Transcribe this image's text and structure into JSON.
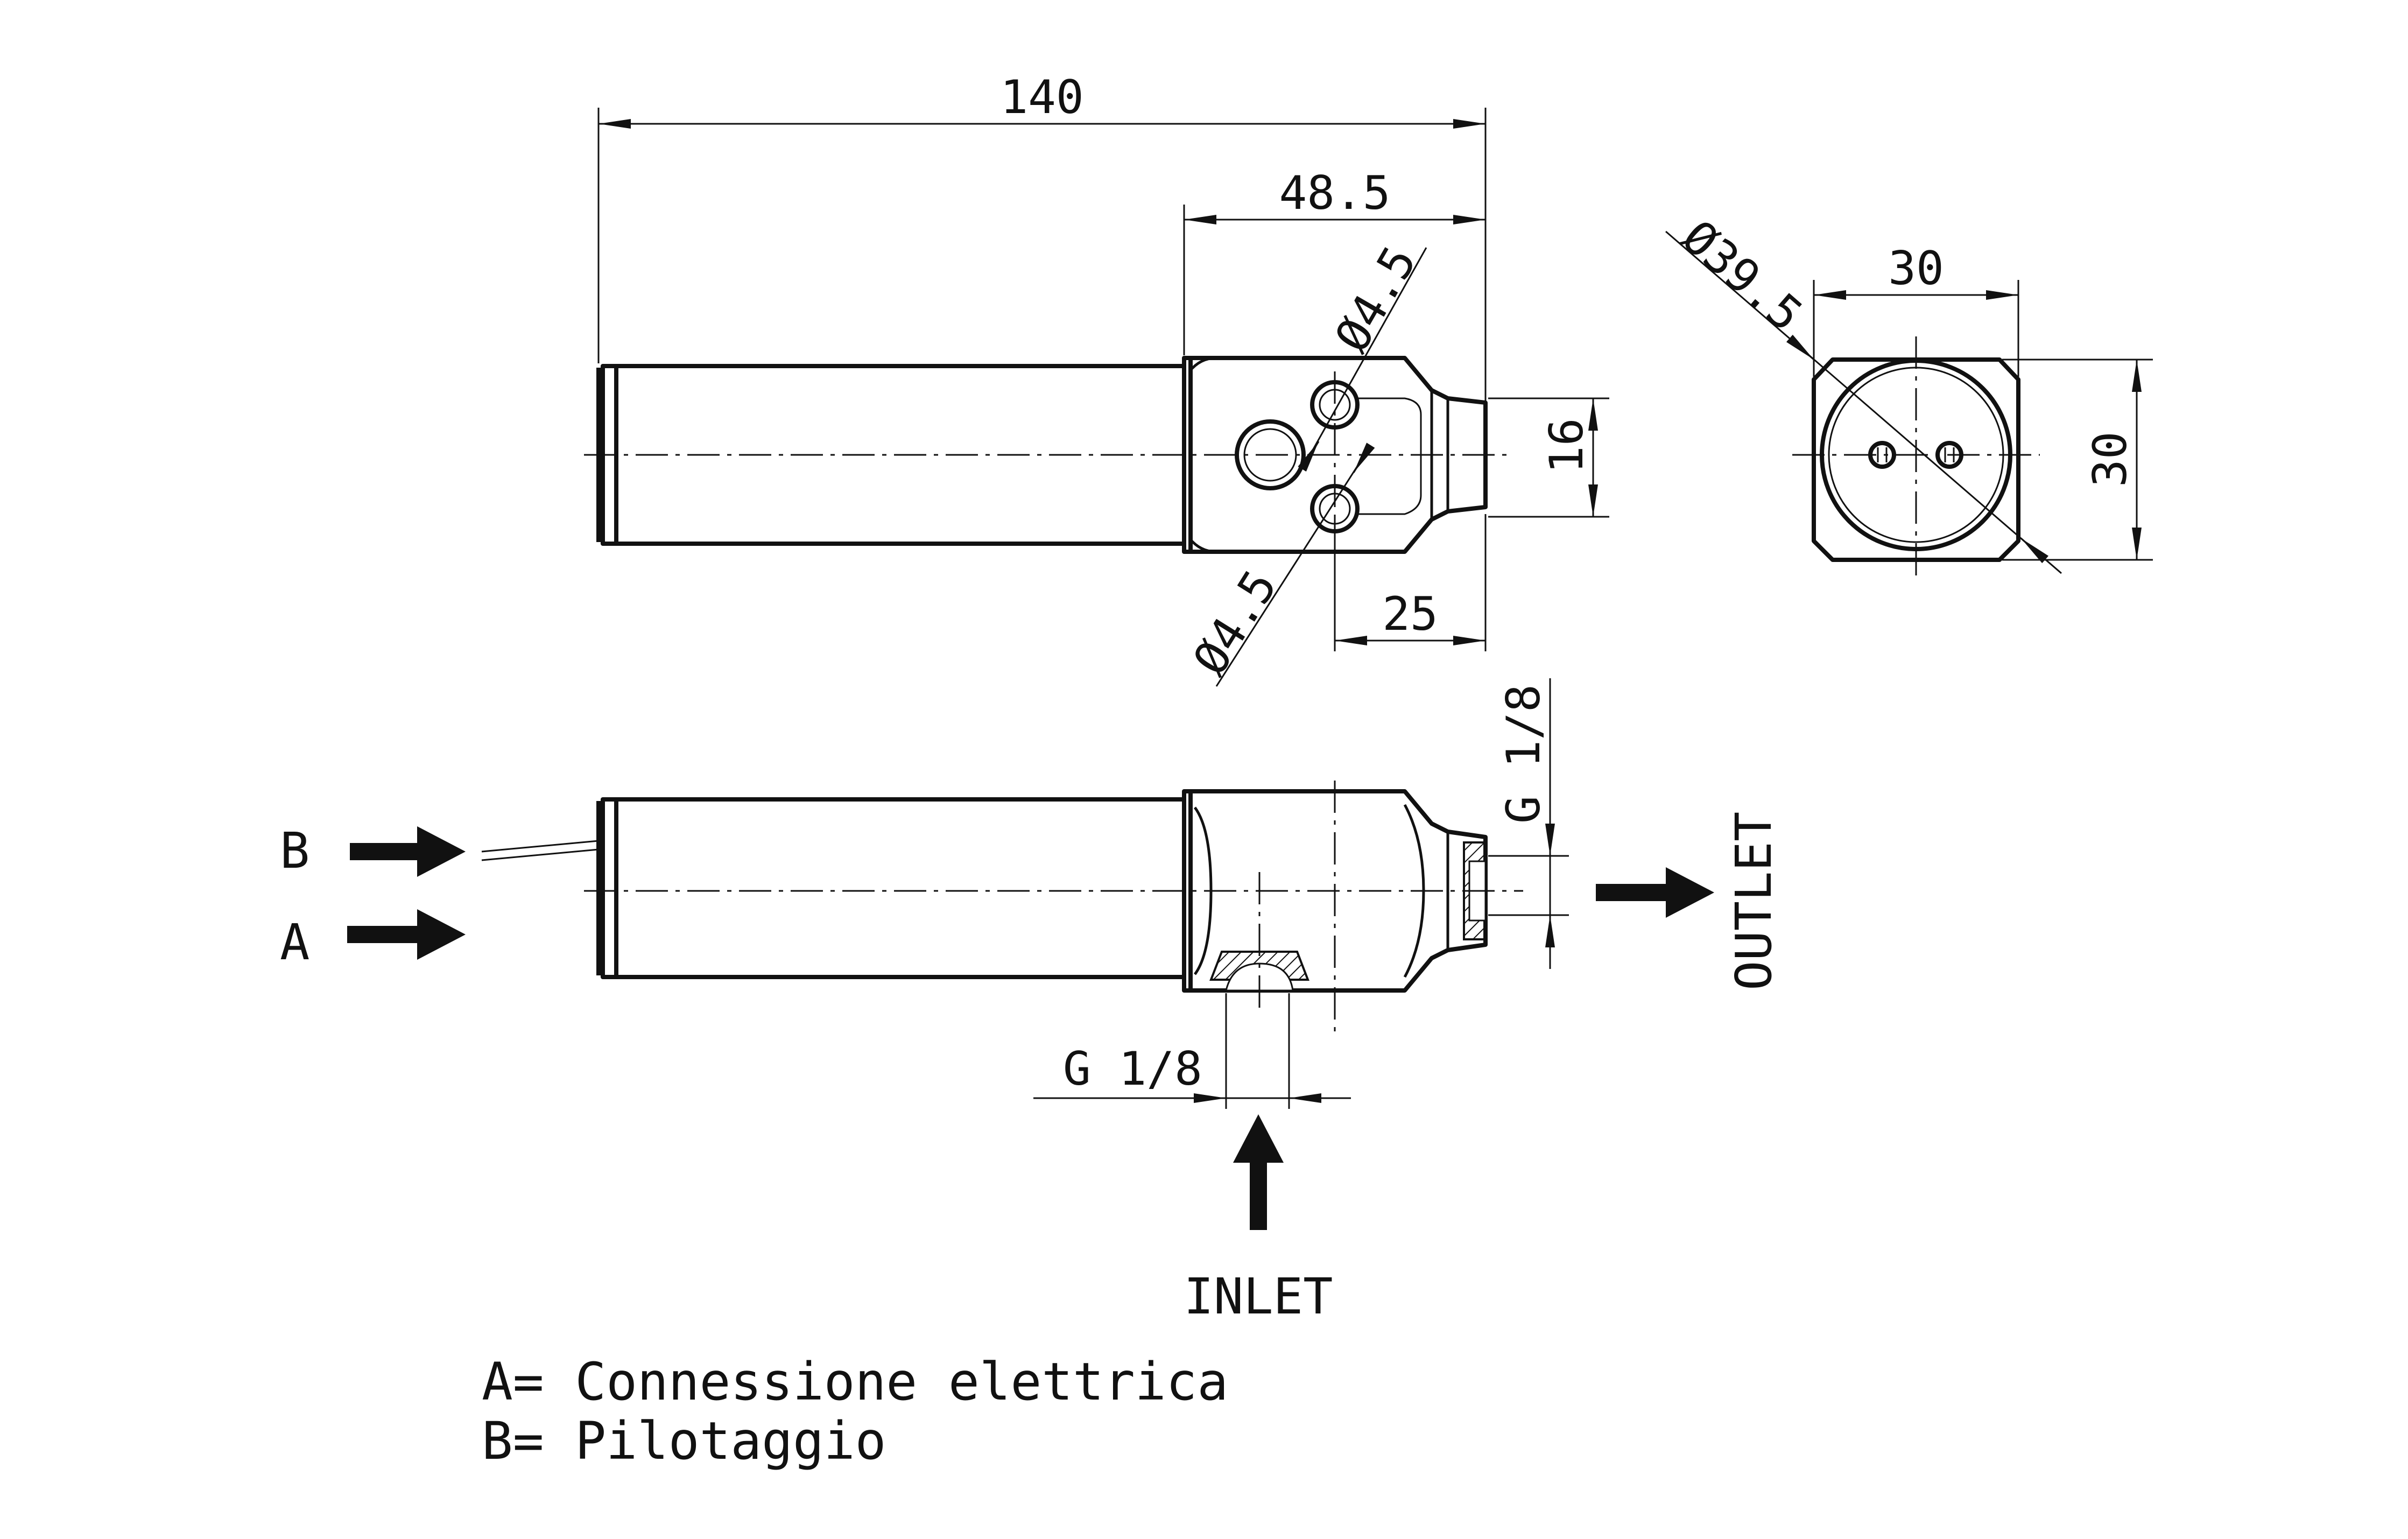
{
  "dimensions": {
    "overall_length": "140",
    "head_length": "48.5",
    "hole_dia_upper": "Ø4.5",
    "hole_dia_lower": "Ø4.5",
    "head_height": "16",
    "hole_offset": "25",
    "end_diameter": "Ø39.5",
    "end_width": "30",
    "end_height": "30",
    "outlet_thread": "G 1/8",
    "inlet_thread": "G 1/8"
  },
  "labels": {
    "port_b": "B",
    "port_a": "A",
    "outlet": "OUTLET",
    "inlet": "INLET"
  },
  "legend": {
    "line_a": "A= Connessione elettrica",
    "line_b": "B= Pilotaggio"
  },
  "colors": {
    "ink": "#111111",
    "background": "#ffffff"
  }
}
